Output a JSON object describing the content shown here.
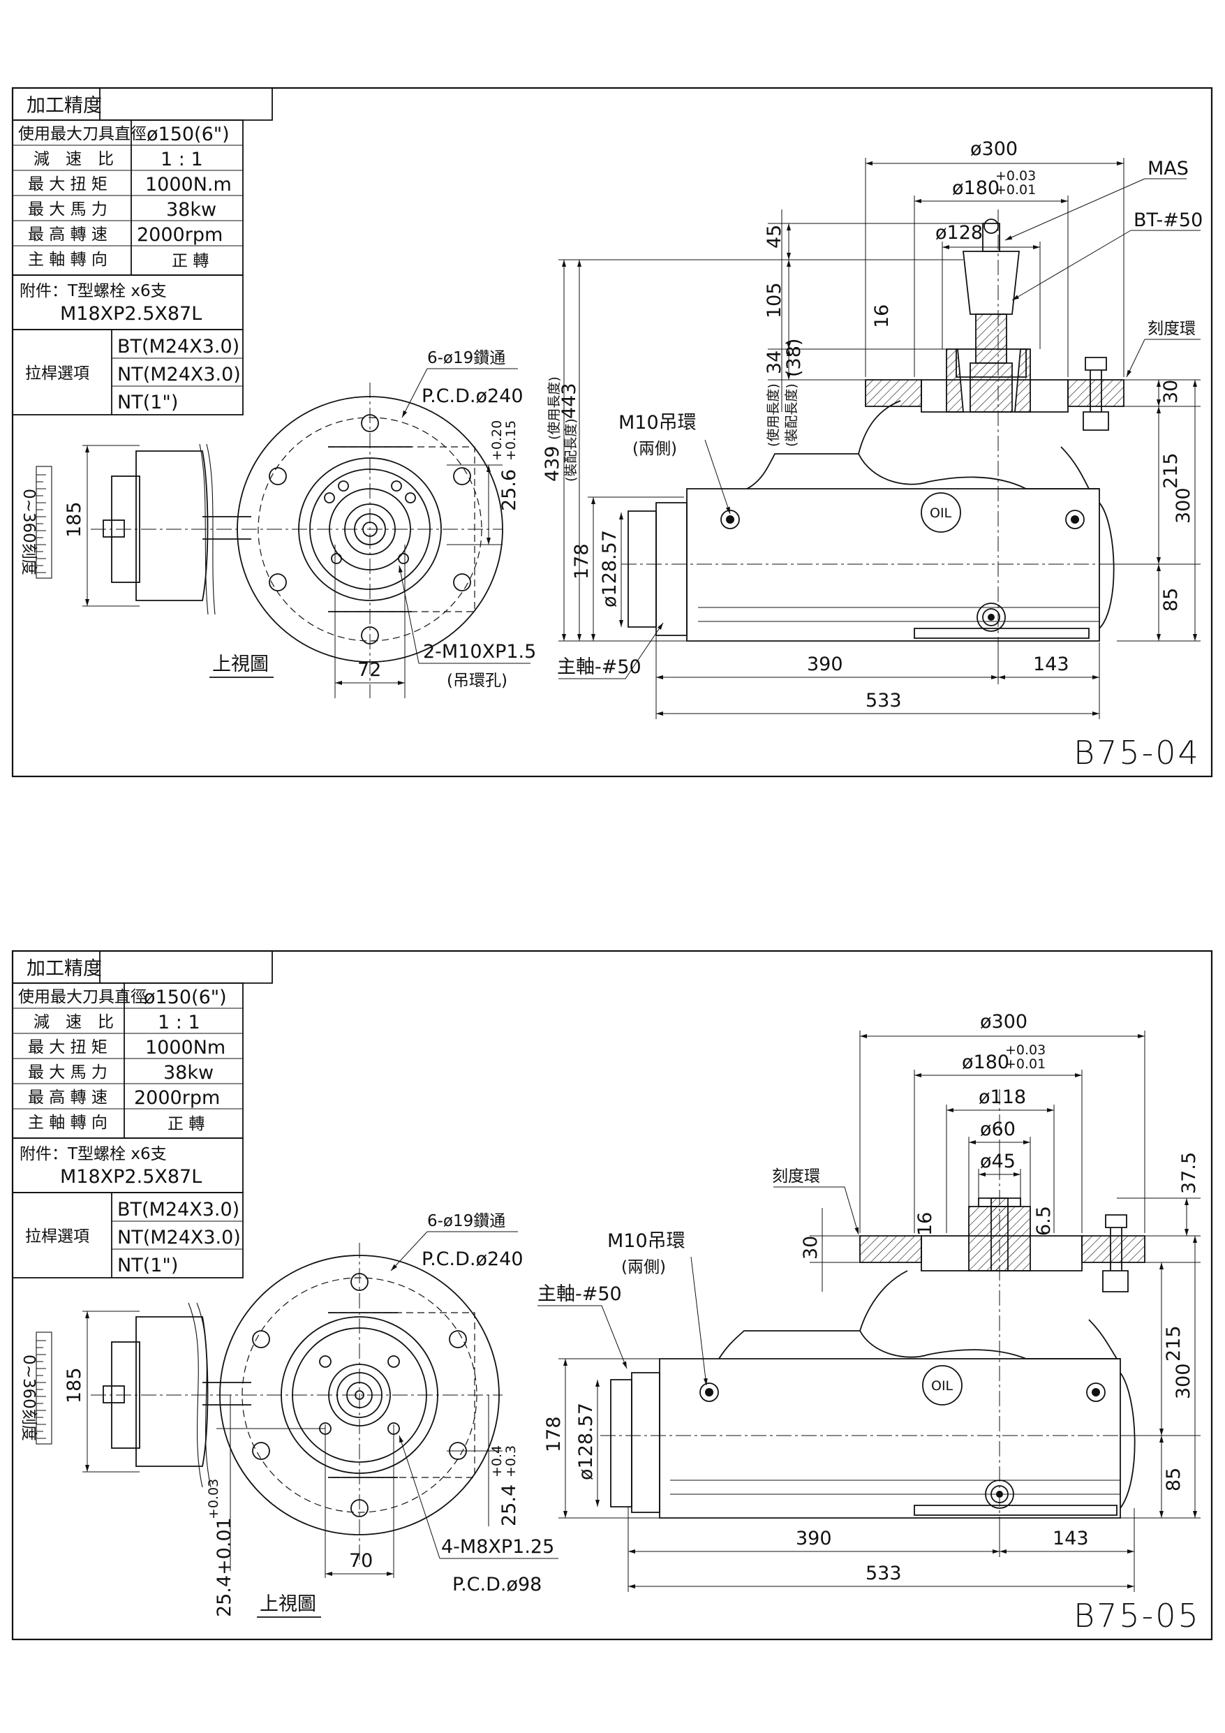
{
  "drawings": [
    {
      "code": "B75-04",
      "spec_table": [
        {
          "label": "加工精度",
          "value": ""
        },
        {
          "label": "使用最大刀具直徑",
          "value": "ø150(6\")"
        },
        {
          "label": "減　速　比",
          "value": "1 : 1"
        },
        {
          "label": "最 大 扭 矩",
          "value": "1000N.m"
        },
        {
          "label": "最 大 馬 力",
          "value": "38kw"
        },
        {
          "label": "最 高 轉 速",
          "value": "2000rpm"
        },
        {
          "label": "主 軸 轉 向",
          "value": "正 轉"
        }
      ],
      "accessory_line1": "附件：T型螺栓 x6支",
      "accessory_line2": "M18XP2.5X87L",
      "pull_stud_label": "拉桿選項",
      "pull_stud_options": [
        "BT(M24X3.0)",
        "NT(M24X3.0)",
        "NT(1\")"
      ],
      "top_view": {
        "title": "上視圖",
        "holes_callout": "6-ø19鑽通",
        "pcd": "P.C.D.ø240",
        "eye_bolt_thread": "2-M10XP1.5",
        "eye_bolt_note": "(吊環孔)",
        "dial_note": "0~360刻度",
        "dim_185": "185",
        "dim_72": "72",
        "dim_25_6": "25.6",
        "tol_plus": "+0.20",
        "tol_minus": "+0.15"
      },
      "side_view": {
        "d300": "ø300",
        "d180": "ø180",
        "d180_tol_plus": "+0.03",
        "d180_tol_minus": "+0.01",
        "d128": "ø128",
        "d128_57": "ø128.57",
        "mas": "MAS",
        "taper": "BT-#50",
        "scale_ring": "刻度環",
        "eye_bolt": "M10吊環",
        "eye_bolt_note": "(兩側)",
        "spindle": "主軸-#50",
        "oil": "OIL",
        "use_length": "(使用長度)",
        "install_length": "(裝配長度)",
        "v45": "45",
        "v105": "105",
        "v16": "16",
        "v34": "34",
        "v38": "(38)",
        "v439": "439",
        "v443": "443",
        "v30": "30",
        "v215": "215",
        "v300": "300",
        "v85": "85",
        "v178": "178",
        "h390": "390",
        "h143": "143",
        "h533": "533"
      }
    },
    {
      "code": "B75-05",
      "spec_table": [
        {
          "label": "加工精度",
          "value": ""
        },
        {
          "label": "使用最大刀具直徑",
          "value": "ø150(6\")"
        },
        {
          "label": "減　速　比",
          "value": "1 : 1"
        },
        {
          "label": "最 大 扭 矩",
          "value": "1000Nm"
        },
        {
          "label": "最 大 馬 力",
          "value": "38kw"
        },
        {
          "label": "最 高 轉 速",
          "value": "2000rpm"
        },
        {
          "label": "主 軸 轉 向",
          "value": "正 轉"
        }
      ],
      "accessory_line1": "附件：T型螺栓 x6支",
      "accessory_line2": "M18XP2.5X87L",
      "pull_stud_label": "拉桿選項",
      "pull_stud_options": [
        "BT(M24X3.0)",
        "NT(M24X3.0)",
        "NT(1\")"
      ],
      "top_view": {
        "title": "上視圖",
        "holes_callout": "6-ø19鑽通",
        "pcd": "P.C.D.ø240",
        "bolt_thread": "4-M8XP1.25",
        "bolt_pcd": "P.C.D.ø98",
        "dial_note": "0~360刻度",
        "dim_185": "185",
        "dim_70": "70",
        "dim_25_4_right": "25.4",
        "tol_right_plus": "+0.4",
        "tol_right_minus": "+0.3",
        "dim_25_4_left": "25.4+0.01",
        "tol_left_plus": "+0.03"
      },
      "side_view": {
        "d300": "ø300",
        "d180": "ø180",
        "d180_tol_plus": "+0.03",
        "d180_tol_minus": "+0.01",
        "d118": "ø118",
        "d60": "ø60",
        "d45": "ø45",
        "d128_57": "ø128.57",
        "scale_ring": "刻度環",
        "eye_bolt": "M10吊環",
        "eye_bolt_note": "(兩側)",
        "spindle": "主軸-#50",
        "oil": "OIL",
        "v37_5": "37.5",
        "v16": "16",
        "v6_5": "6.5",
        "v30": "30",
        "v215": "215",
        "v300": "300",
        "v85": "85",
        "v178": "178",
        "h390": "390",
        "h143": "143",
        "h533": "533"
      }
    }
  ]
}
